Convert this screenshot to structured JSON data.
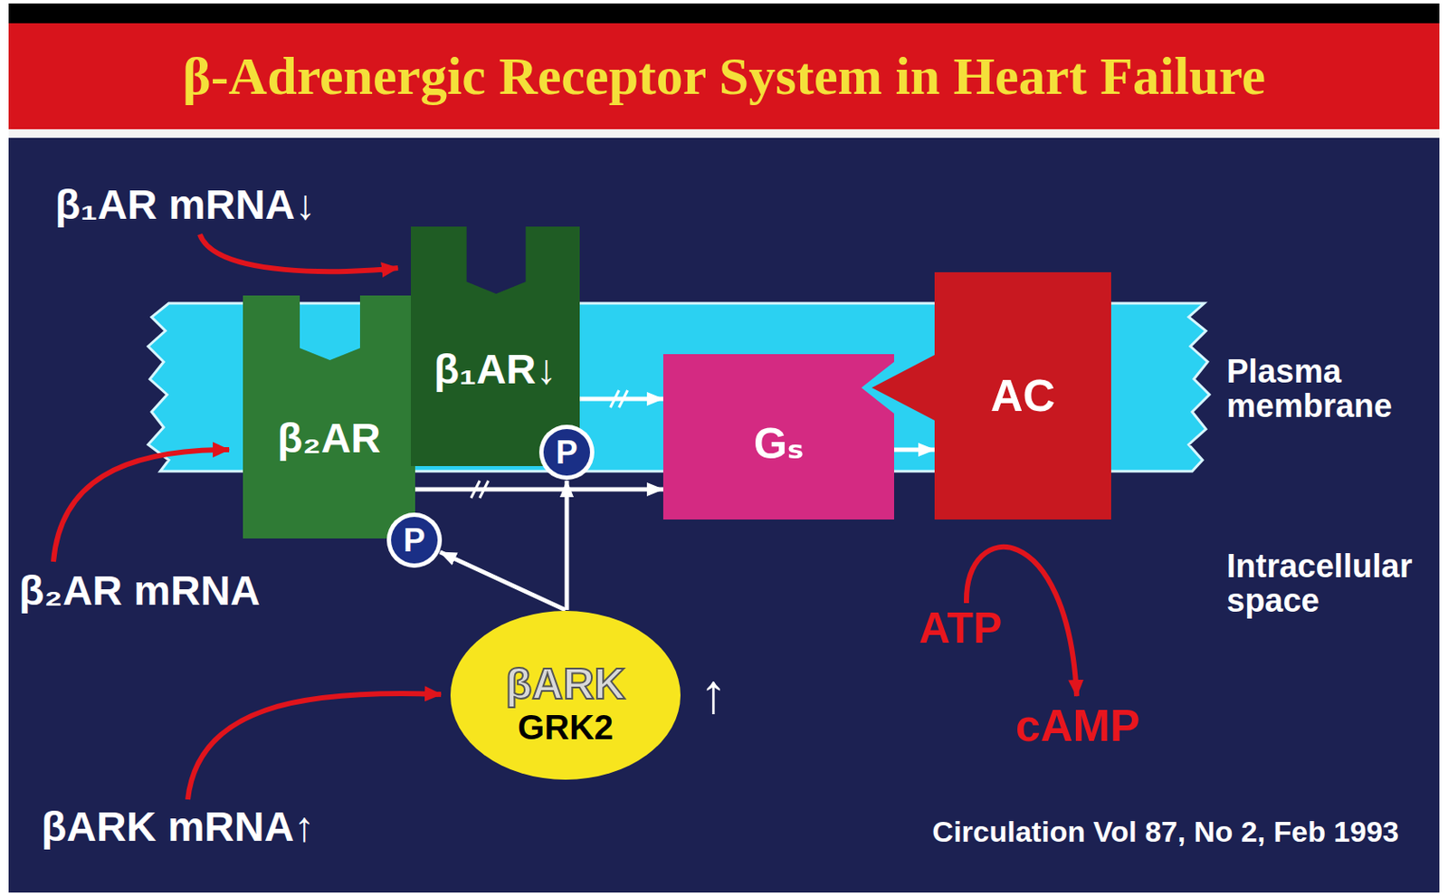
{
  "diagram": {
    "title": "β-Adrenergic Receptor System in Heart Failure",
    "nodes": [
      {
        "text": [
          "β₁AR↓"
        ]
      },
      {
        "text": [
          "β₂AR"
        ]
      },
      {
        "text": [
          "P"
        ]
      },
      {
        "text": [
          "Gₛ"
        ]
      },
      {
        "text": [
          "AC"
        ]
      },
      {
        "text": [
          "P"
        ]
      },
      {
        "text": [
          "βARK",
          "GRK2"
        ]
      }
    ],
    "edges": [
      {
        "from": 0,
        "to": 3,
        "arrow": "to"
      },
      {
        "from": 1,
        "to": 3,
        "arrow": "to"
      },
      {
        "from": 3,
        "to": 4,
        "arrow": "to"
      },
      {
        "from": 6,
        "to": 2,
        "arrow": "to"
      },
      {
        "from": 6,
        "to": 5,
        "arrow": "to"
      }
    ],
    "labels": [
      "β₁AR mRNA↓",
      "β₂AR mRNA",
      "βARK mRNA↑",
      "Plasma membrane",
      "Intracellular space",
      "ATP",
      "cAMP",
      "↑",
      "Circulation Vol 87, No 2, Feb 1993"
    ]
  }
}
